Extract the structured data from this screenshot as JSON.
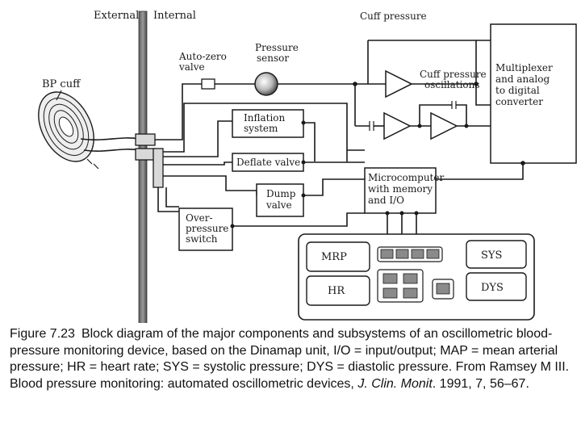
{
  "labels": {
    "external": "External",
    "internal": "Internal",
    "bp_cuff": "BP cuff",
    "auto_zero_valve": [
      "Auto-zero",
      "valve"
    ],
    "pressure_sensor": [
      "Pressure",
      "sensor"
    ],
    "cuff_pressure": "Cuff pressure",
    "cuff_pressure_oscillations": [
      "Cuff pressure",
      "oscillations"
    ],
    "multiplexer": [
      "Multiplexer",
      "and analog",
      "to digital",
      "converter"
    ],
    "inflation_system": [
      "Inflation",
      "system"
    ],
    "deflate_valve": "Deflate valve",
    "dump_valve": [
      "Dump",
      "valve"
    ],
    "microcomputer": [
      "Microcomputer",
      "with memory",
      "and I/O"
    ],
    "overpressure_switch": [
      "Over-",
      "pressure",
      "switch"
    ]
  },
  "display_panel": {
    "mrp": "MRP",
    "sys": "SYS",
    "hr": "HR",
    "dys": "DYS"
  },
  "caption": {
    "figure_number": "Figure 7.23",
    "text": "Block diagram of the major components and subsystems of an oscillometric blood-pressure monitoring device, based on the Dinamap unit, I/O = input/output; MAP = mean arterial pressure; HR = heart rate; SYS = systolic pressure; DYS = diastolic pressure. From Ramsey M III. Blood pressure monitoring: automated oscillometric devices, ",
    "journal": "J. Clin. Monit",
    "citation_tail": ". 1991, 7, 56–67."
  }
}
